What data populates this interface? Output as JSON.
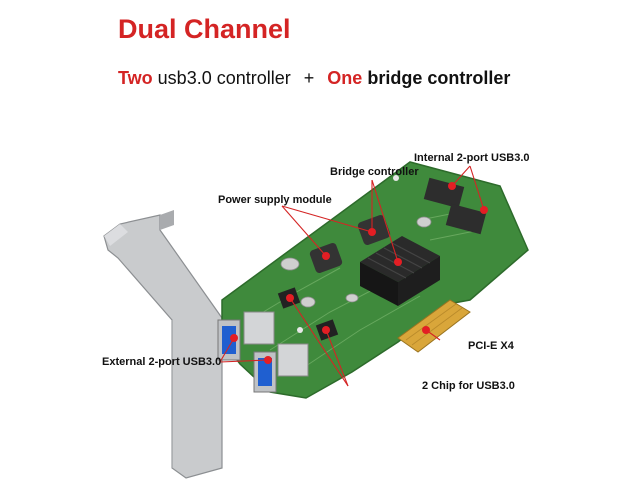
{
  "heading": {
    "title": "Dual Channel",
    "subtitle_word1": "Two",
    "subtitle_part1": "usb3.0 controller",
    "subtitle_plus": "+",
    "subtitle_word2": "One",
    "subtitle_part2": "bridge controller"
  },
  "callouts": {
    "internal_ports": "Internal 2-port USB3.0",
    "bridge_controller": "Bridge controller",
    "power_supply": "Power supply module",
    "pcie": "PCI-E X4",
    "external_ports": "External 2-port USB3.0",
    "usb_chips": "2 Chip for USB3.0"
  },
  "colors": {
    "accent_red": "#d42424",
    "pcb_green": "#3f8a3c",
    "gold_contacts": "#d9a63a",
    "heatsink": "#222222",
    "usb_blue": "#1f5fd0"
  }
}
